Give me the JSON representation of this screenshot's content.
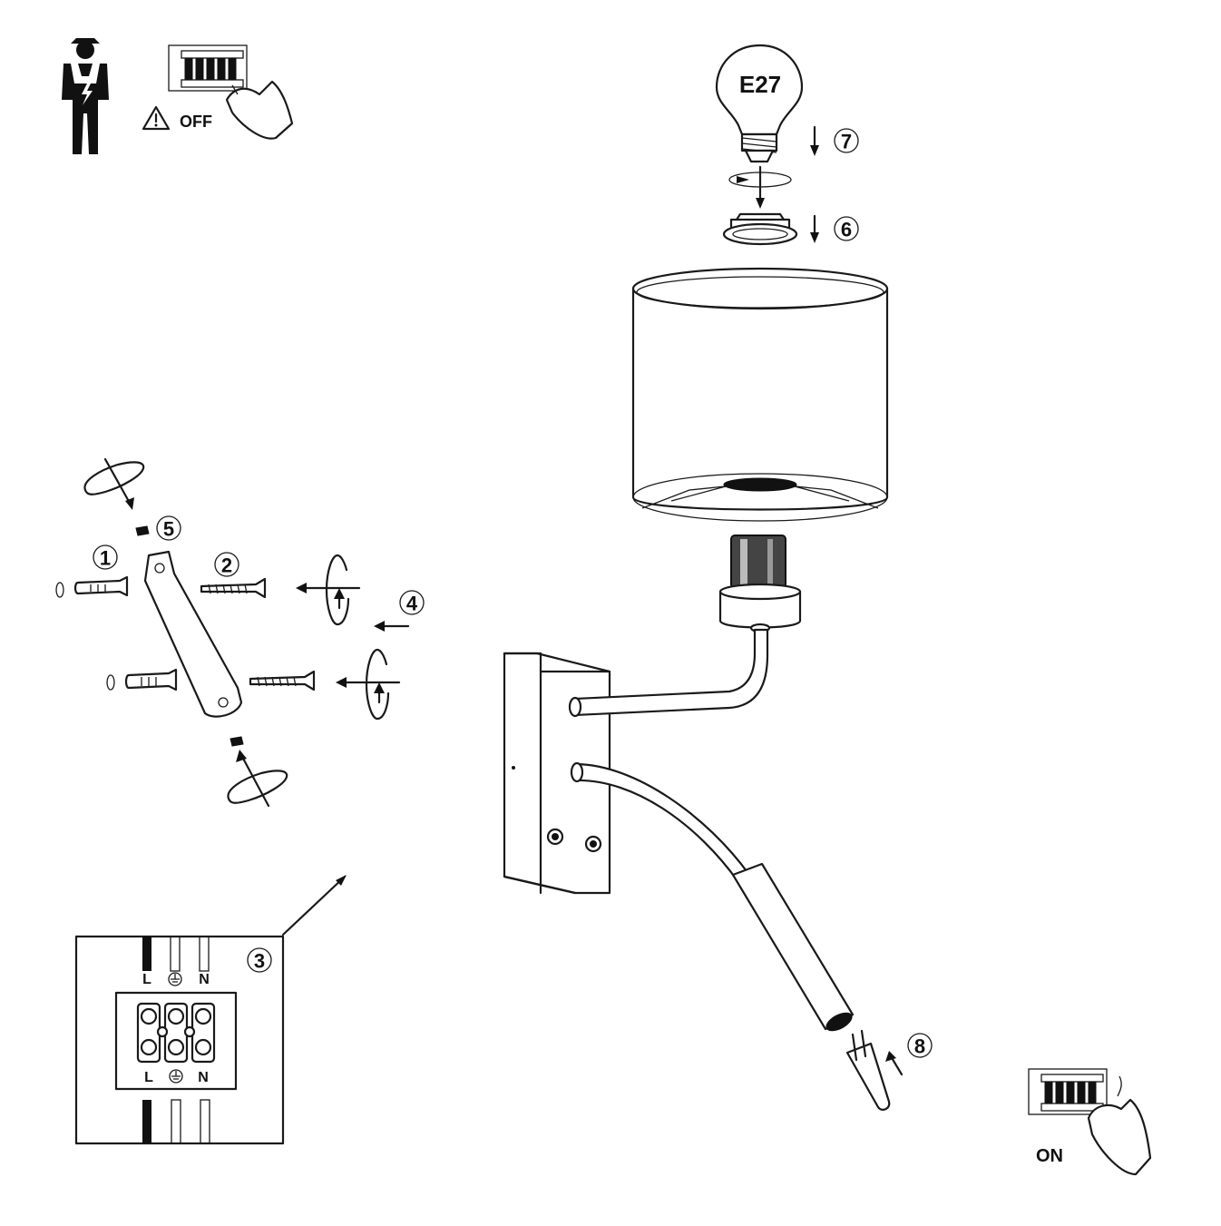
{
  "labels": {
    "power_off": "OFF",
    "power_on": "ON",
    "bulb_type": "E27",
    "terminal_live": "L",
    "terminal_neutral": "N"
  },
  "steps": [
    "1",
    "2",
    "3",
    "4",
    "5",
    "6",
    "7",
    "8"
  ],
  "icons": {
    "electrician": "electrician-icon",
    "warning": "warning-triangle-icon",
    "breaker_off": "circuit-breaker-off-icon",
    "breaker_on": "circuit-breaker-on-icon",
    "ground": "earth-ground-icon"
  }
}
